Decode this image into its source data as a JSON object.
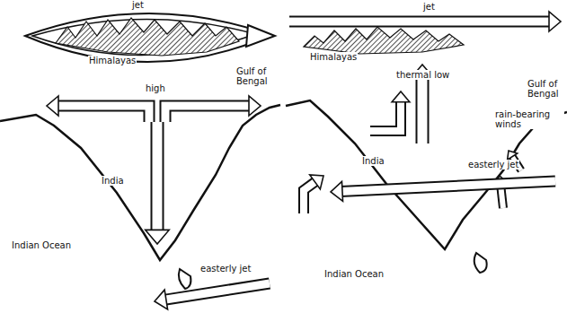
{
  "diagram": {
    "labels": [
      "jet",
      "Himalayas",
      "high",
      "Gulf of Bengal",
      "India",
      "Indian Ocean",
      "easterly jet",
      "jet",
      "Himalayas",
      "thermal low",
      "Gulf of Bengal",
      "rain-bearing winds",
      "India",
      "easterly jet",
      "Indian Ocean"
    ]
  }
}
